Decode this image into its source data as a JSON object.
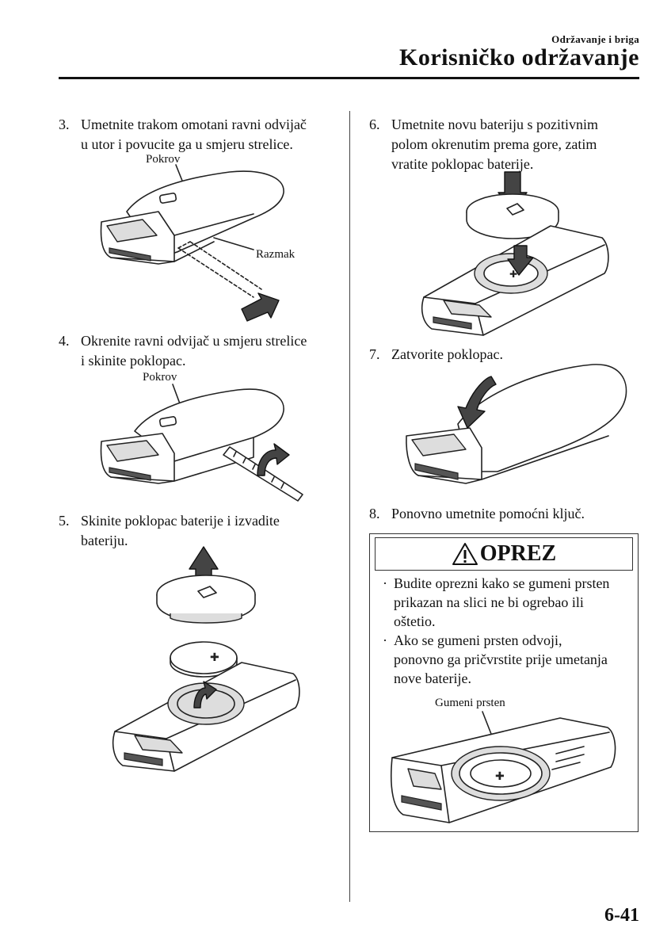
{
  "header": {
    "section": "Održavanje i briga",
    "title": "Korisničko održavanje"
  },
  "steps": [
    {
      "num": "3.",
      "lines": [
        "Umetnite trakom omotani ravni odvijač",
        "u utor i povucite ga u smjeru strelice."
      ]
    },
    {
      "num": "4.",
      "lines": [
        "Okrenite ravni odvijač u smjeru strelice",
        "i skinite poklopac."
      ]
    },
    {
      "num": "5.",
      "lines": [
        "Skinite poklopac baterije i izvadite",
        "bateriju."
      ]
    },
    {
      "num": "6.",
      "lines": [
        "Umetnite novu bateriju s pozitivnim",
        "polom okrenutim prema gore, zatim",
        "vratite poklopac baterije."
      ]
    },
    {
      "num": "7.",
      "lines": [
        "Zatvorite poklopac."
      ]
    },
    {
      "num": "8.",
      "lines": [
        "Ponovno umetnite pomoćni ključ."
      ]
    }
  ],
  "figure_labels": {
    "pokrov_1": "Pokrov",
    "razmak": "Razmak",
    "pokrov_2": "Pokrov",
    "gumeni_prsten": "Gumeni prsten"
  },
  "caution": {
    "heading": "OPREZ",
    "bullet_mark": "·",
    "bullets": [
      [
        "Budite oprezni kako se gumeni prsten",
        "prikazan na slici ne bi ogrebao ili",
        "oštetio."
      ],
      [
        "Ako se gumeni prsten odvoji,",
        "ponovno ga pričvrstite prije umetanja",
        "nove baterije."
      ]
    ]
  },
  "page_number": "6-41"
}
